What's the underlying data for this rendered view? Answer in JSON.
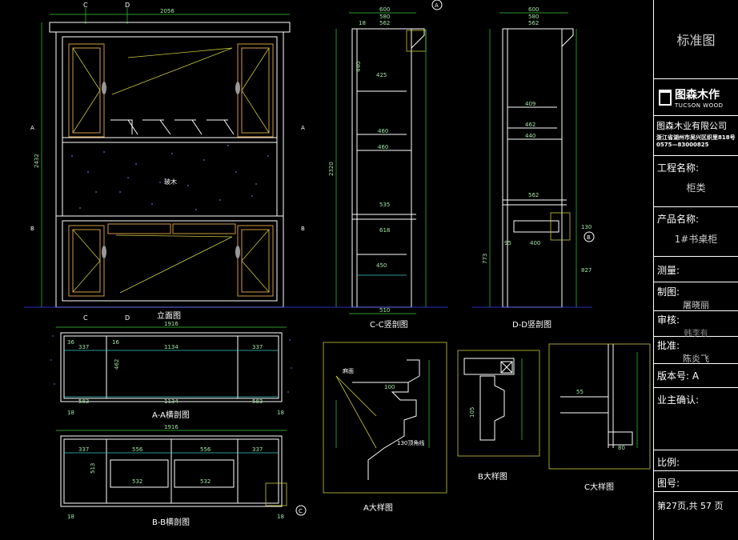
{
  "views": {
    "elevation": "立面图",
    "aa_section": "A-A横剖图",
    "bb_section": "B-B横剖图",
    "cc_section": "C-C竖剖图",
    "dd_section": "D-D竖剖图",
    "a_detail": "A大样图",
    "b_detail": "B大样图",
    "c_detail": "C大样图"
  },
  "markers": {
    "A": "A",
    "B": "B",
    "C": "C",
    "D": "D"
  },
  "annotations": {
    "glass": "玻木",
    "blank": "麻面",
    "molding": "130顶角线"
  },
  "dimensions": {
    "overall_width": "2056",
    "overall_height": "2432",
    "aa_total": "1916",
    "aa_337": "337",
    "aa_1134": "1134",
    "aa_583": "583",
    "aa_16": "16",
    "aa_462": "462",
    "aa_36": "36",
    "aa_18": "18",
    "bb_total": "1916",
    "bb_556": "556",
    "bb_532": "532",
    "bb_513": "513",
    "cc_600": "600",
    "cc_580": "580",
    "cc_562": "562",
    "cc_18": "18",
    "cc_2320": "2320",
    "cc_440": "440",
    "cc_618": "618",
    "cc_450": "450",
    "cc_510": "510",
    "cc_460": "460",
    "cc_535": "535",
    "dd_600": "600",
    "dd_580": "580",
    "dd_409": "409",
    "dd_462": "462",
    "dd_440": "440",
    "dd_562": "562",
    "dd_400": "400",
    "dd_95": "95",
    "dd_130": "130",
    "dd_827": "827",
    "dd_773": "773",
    "a_100": "100",
    "c_55": "55",
    "c_80": "80",
    "b_105": "105"
  },
  "title_block": {
    "standard": "标准图",
    "brand_cn": "图森木作",
    "brand_en": "TUCSON WOOD",
    "company": "图森木业有限公司",
    "address": "浙江省湖州市吴兴区织里818号",
    "phone": "0575—83000825",
    "project_label": "工程名称:",
    "project_value": "柜类",
    "product_label": "产品名称:",
    "product_value": "1#书桌柜",
    "measure_label": "测量:",
    "draw_label": "制图:",
    "draw_value": "屠晓丽",
    "review_label": "审核:",
    "review_value": "韩李有",
    "approve_label": "批准:",
    "approve_value": "陈炎飞",
    "version_label": "版本号:",
    "version_value": "A",
    "owner_label": "业主确认:",
    "scale_label": "比例:",
    "drawing_no_label": "图号:",
    "page_info": "第27页,共 57 页"
  }
}
